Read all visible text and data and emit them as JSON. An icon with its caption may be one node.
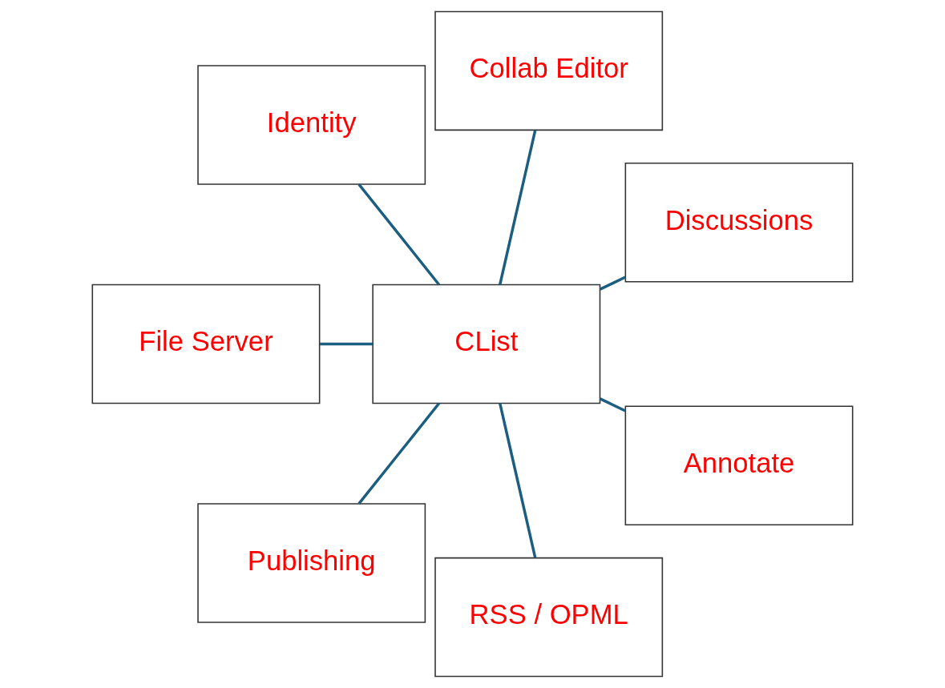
{
  "diagram": {
    "nodes": [
      {
        "text": [
          "Discussions"
        ]
      },
      {
        "text": [
          "Collab Editor"
        ]
      },
      {
        "text": [
          "Identity"
        ]
      },
      {
        "text": [
          "CList"
        ]
      },
      {
        "text": [
          "File Server"
        ]
      },
      {
        "text": [
          "Publishing"
        ]
      },
      {
        "text": [
          "RSS / OPML"
        ]
      },
      {
        "text": [
          "Annotate"
        ]
      }
    ],
    "edges": [
      {
        "from": 3,
        "to": 0,
        "arrow": "none"
      },
      {
        "from": 3,
        "to": 1,
        "arrow": "none"
      },
      {
        "from": 3,
        "to": 2,
        "arrow": "none"
      },
      {
        "from": 3,
        "to": 4,
        "arrow": "none"
      },
      {
        "from": 3,
        "to": 5,
        "arrow": "none"
      },
      {
        "from": 3,
        "to": 6,
        "arrow": "none"
      },
      {
        "from": 3,
        "to": 7,
        "arrow": "none"
      }
    ]
  }
}
